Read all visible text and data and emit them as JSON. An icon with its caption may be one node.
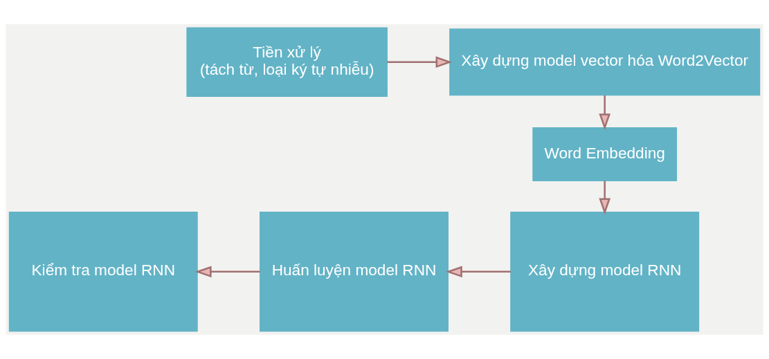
{
  "diagram": {
    "nodes": [
      {
        "text": [
          "Tiền xử lý",
          "(tách từ, loại ký tự nhiễu)"
        ]
      },
      {
        "text": [
          "Xây dựng model vector hóa Word2Vector"
        ]
      },
      {
        "text": [
          "Word Embedding"
        ]
      },
      {
        "text": [
          "Xây dựng model RNN"
        ]
      },
      {
        "text": [
          "Huấn luyện model RNN"
        ]
      },
      {
        "text": [
          "Kiểm tra model RNN"
        ]
      }
    ],
    "edges": [
      {
        "from": 0,
        "to": 1,
        "arrow": "to"
      },
      {
        "from": 1,
        "to": 2,
        "arrow": "to"
      },
      {
        "from": 2,
        "to": 3,
        "arrow": "to"
      },
      {
        "from": 3,
        "to": 4,
        "arrow": "to"
      },
      {
        "from": 4,
        "to": 5,
        "arrow": "to"
      }
    ]
  }
}
